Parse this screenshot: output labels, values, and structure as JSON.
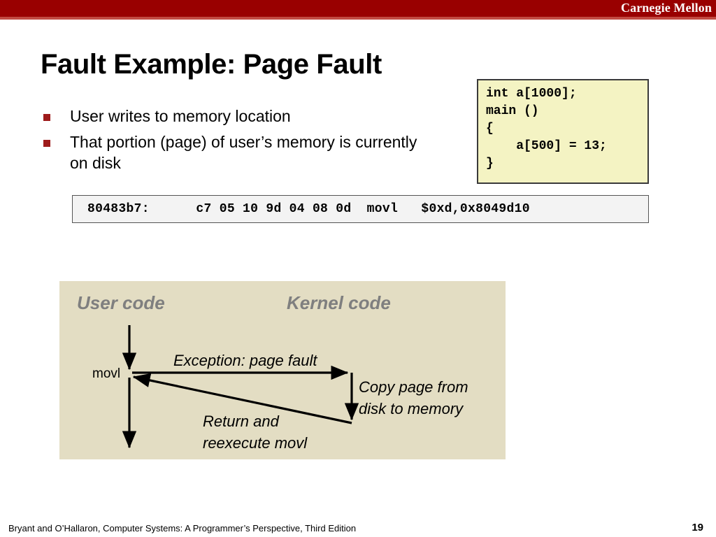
{
  "header": {
    "brand": "Carnegie Mellon",
    "bar_color": "#990000",
    "accent_color": "#c24a42"
  },
  "slide": {
    "title": "Fault Example: Page Fault",
    "bullets": [
      "User writes to memory location",
      "That portion (page) of user’s memory is currently on disk"
    ],
    "bullet_marker_color": "#9e1b1b"
  },
  "code_box": {
    "background": "#f4f3c3",
    "border_color": "#3a3a3a",
    "lines": [
      "int a[1000];",
      "main ()",
      "{",
      "    a[500] = 13;",
      "}"
    ],
    "text": "int a[1000];\nmain ()\n{\n    a[500] = 13;\n}"
  },
  "asm_box": {
    "background": "#f3f3f3",
    "address": "80483b7:",
    "bytes": "c7 05 10 9d 04 08 0d",
    "mnemonic": "movl",
    "operands": "$0xd,0x8049d10",
    "text": "80483b7:      c7 05 10 9d 04 08 0d  movl   $0xd,0x8049d10"
  },
  "diagram": {
    "background": "#e3ddc3",
    "columns": {
      "user": "User code",
      "kernel": "Kernel code"
    },
    "header_color": "#7f7f7f",
    "instruction_label": "movl",
    "annotations": {
      "exception": "Exception: page fault",
      "copy_line1": "Copy page from",
      "copy_line2": "disk to memory",
      "return_line1": "Return and",
      "return_line2": "reexecute movl"
    }
  },
  "footer": {
    "citation": "Bryant and O’Hallaron, Computer Systems: A Programmer’s Perspective, Third Edition",
    "page_number": "19"
  }
}
